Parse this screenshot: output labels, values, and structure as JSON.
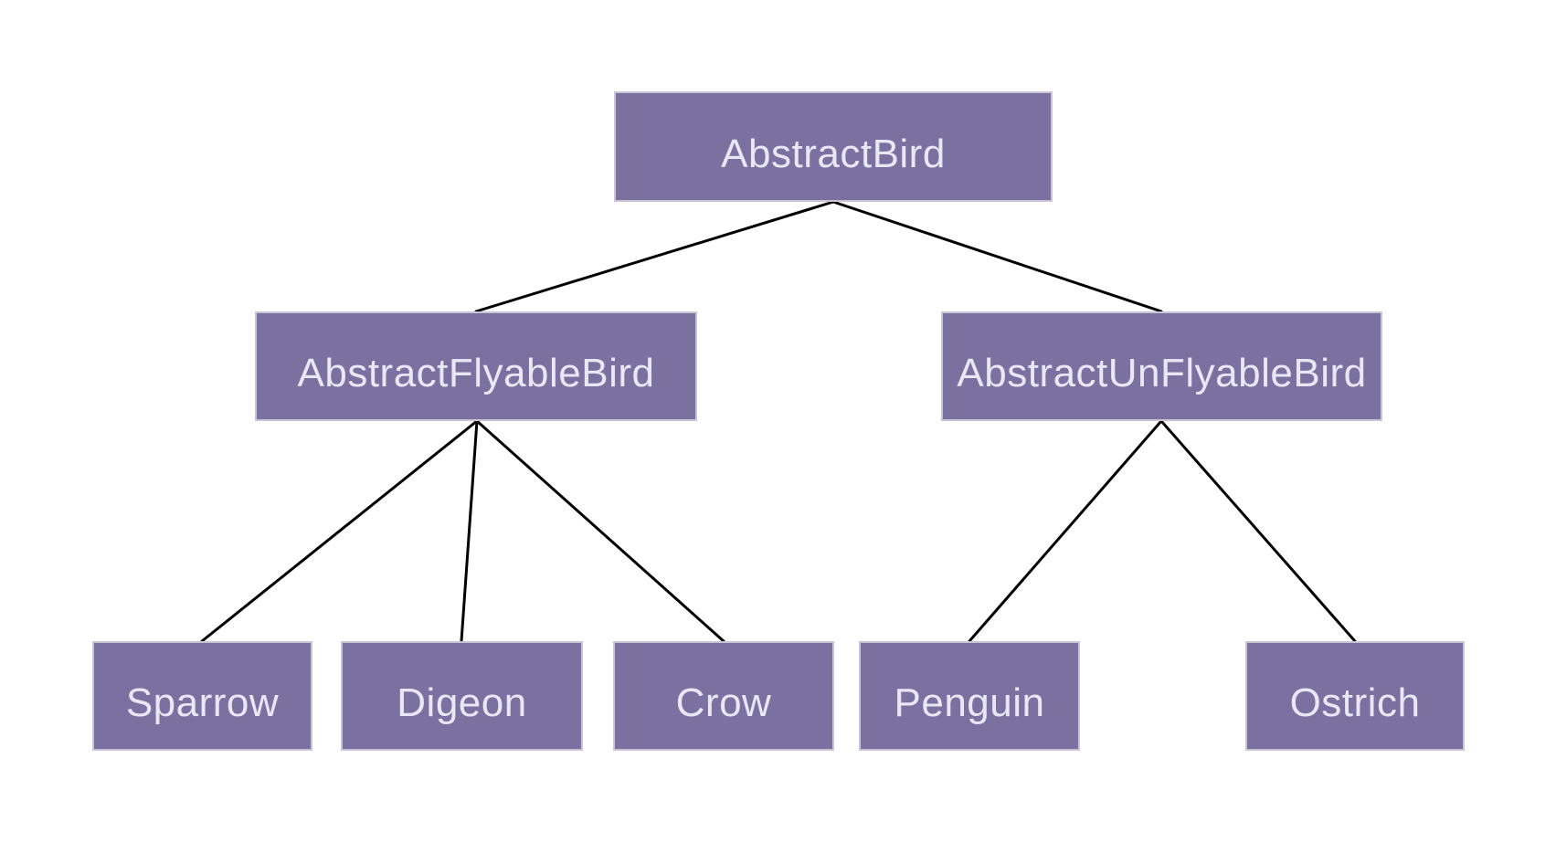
{
  "diagram": {
    "type": "class-hierarchy-tree",
    "title": "Bird class hierarchy",
    "nodes": {
      "abstract_bird": {
        "label": "AbstractBird",
        "level": 1
      },
      "abstract_flyable_bird": {
        "label": "AbstractFlyableBird",
        "level": 2
      },
      "abstract_unflyable_bird": {
        "label": "AbstractUnFlyableBird",
        "level": 2
      },
      "sparrow": {
        "label": "Sparrow",
        "level": 3
      },
      "digeon": {
        "label": "Digeon",
        "level": 3
      },
      "crow": {
        "label": "Crow",
        "level": 3
      },
      "penguin": {
        "label": "Penguin",
        "level": 3
      },
      "ostrich": {
        "label": "Ostrich",
        "level": 3
      }
    },
    "edges": [
      {
        "from": "AbstractBird",
        "to": "AbstractFlyableBird"
      },
      {
        "from": "AbstractBird",
        "to": "AbstractUnFlyableBird"
      },
      {
        "from": "AbstractFlyableBird",
        "to": "Sparrow"
      },
      {
        "from": "AbstractFlyableBird",
        "to": "Digeon"
      },
      {
        "from": "AbstractFlyableBird",
        "to": "Crow"
      },
      {
        "from": "AbstractUnFlyableBird",
        "to": "Penguin"
      },
      {
        "from": "AbstractUnFlyableBird",
        "to": "Ostrich"
      }
    ],
    "colors": {
      "node_fill": "#7b71a1",
      "node_border": "#c9c5d7",
      "node_text": "#e9e7f4",
      "edge_stroke": "#000000",
      "background": "#ffffff"
    }
  }
}
